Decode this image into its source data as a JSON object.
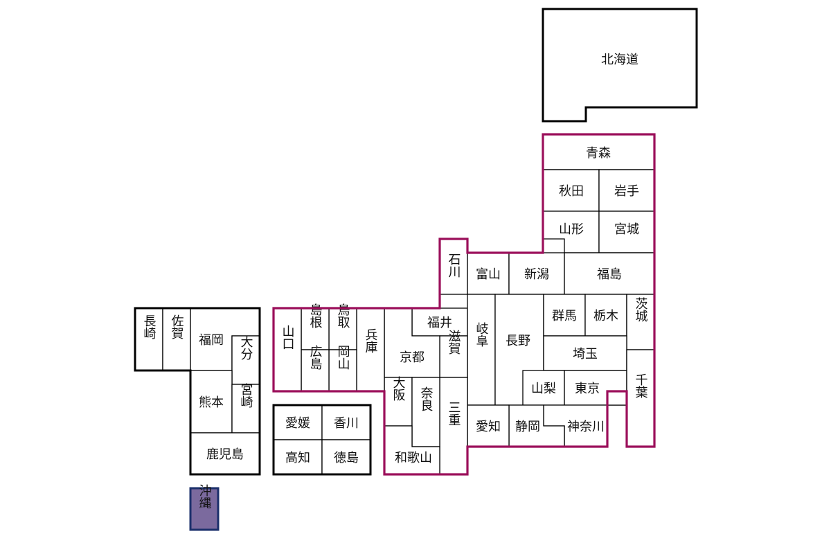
{
  "colors": {
    "honshu_border": "#9b0f5a",
    "okinawa_fill": "#7b6a9e",
    "okinawa_border": "#1b2f6b"
  },
  "prefectures": {
    "hokkaido": "北海道",
    "aomori": "青森",
    "akita": "秋田",
    "iwate": "岩手",
    "yamagata": "山形",
    "miyagi": "宮城",
    "ishikawa": "石川",
    "toyama": "富山",
    "niigata": "新潟",
    "fukushima": "福島",
    "fukui": "福井",
    "gifu": "岐阜",
    "nagano": "長野",
    "gunma": "群馬",
    "tochigi": "栃木",
    "ibaraki": "茨城",
    "saitama": "埼玉",
    "yamanashi": "山梨",
    "tokyo": "東京",
    "chiba": "千葉",
    "kanagawa": "神奈川",
    "shizuoka": "静岡",
    "aichi": "愛知",
    "mie": "三重",
    "shiga": "滋賀",
    "kyoto": "京都",
    "hyogo": "兵庫",
    "osaka": "大阪",
    "nara": "奈良",
    "wakayama": "和歌山",
    "tottori": "鳥取",
    "shimane": "島根",
    "okayama": "岡山",
    "hiroshima": "広島",
    "yamaguchi": "山口",
    "ehime": "愛媛",
    "kagawa": "香川",
    "kochi": "高知",
    "tokushima": "徳島",
    "nagasaki": "長崎",
    "saga": "佐賀",
    "fukuoka": "福岡",
    "oita": "大分",
    "kumamoto": "熊本",
    "miyazaki": "宮崎",
    "kagoshima": "鹿児島",
    "okinawa": "沖縄"
  }
}
